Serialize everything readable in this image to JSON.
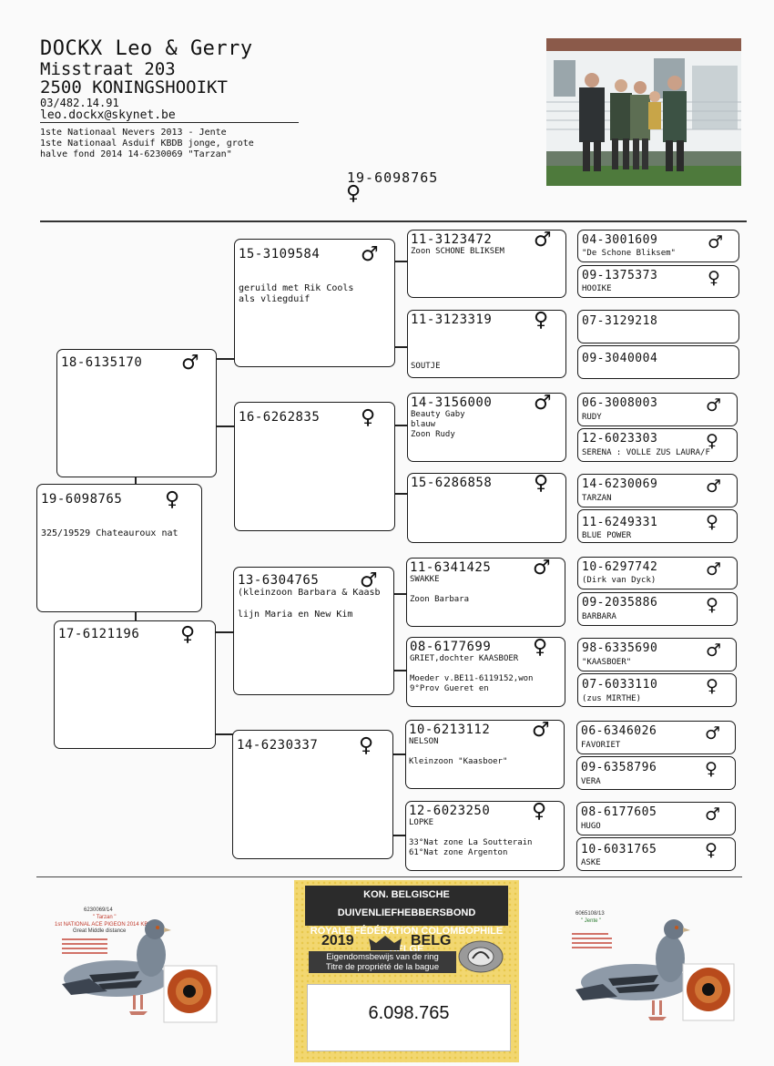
{
  "header": {
    "name": "DOCKX Leo & Gerry",
    "street": "Misstraat 203",
    "city": "2500 KONINGSHOOIKT",
    "phone": "03/482.14.91",
    "email": "leo.dockx@skynet.be",
    "note": "1ste Nationaal Nevers 2013 - Jente\n1ste Nationaal Asduif KBDB jonge, grote\nhalve fond 2014 14-6230069 \"Tarzan\""
  },
  "subject": {
    "ring": "19-6098765",
    "sex": "♀"
  },
  "pedigree": {
    "self": {
      "ring": "19-6098765",
      "sex": "♀",
      "text": "325/19529 Chateauroux nat"
    },
    "f": {
      "ring": "18-6135170",
      "sex": "♂",
      "text": ""
    },
    "m": {
      "ring": "17-6121196",
      "sex": "♀",
      "text": ""
    },
    "ff": {
      "ring": "15-3109584",
      "sex": "♂",
      "text": "geruild met Rik Cools\nals vliegduif"
    },
    "fm": {
      "ring": "16-6262835",
      "sex": "♀",
      "text": ""
    },
    "mf": {
      "ring": "13-6304765",
      "sex": "♂",
      "text": "(kleinzoon Barbara & Kaasb\n\nlijn Maria en New Kim"
    },
    "mm": {
      "ring": "14-6230337",
      "sex": "♀",
      "text": ""
    },
    "fff": {
      "ring": "11-3123472",
      "sex": "♂",
      "text": "Zoon SCHONE BLIKSEM"
    },
    "ffm": {
      "ring": "11-3123319",
      "sex": "♀",
      "text": "SOUTJE"
    },
    "fmf": {
      "ring": "14-3156000",
      "sex": "♂",
      "text": "Beauty Gaby\nblauw\nZoon Rudy"
    },
    "fmm": {
      "ring": "15-6286858",
      "sex": "♀",
      "text": ""
    },
    "mff": {
      "ring": "11-6341425",
      "sex": "♂",
      "text": "SWAKKE\n\nZoon Barbara"
    },
    "mfm": {
      "ring": "08-6177699",
      "sex": "♀",
      "text": "GRIET,dochter KAASBOER\n\nMoeder v.BE11-6119152,won\n9°Prov Gueret en"
    },
    "mmf": {
      "ring": "10-6213112",
      "sex": "♂",
      "text": "NELSON\n\nKleinzoon \"Kaasboer\""
    },
    "mmm": {
      "ring": "12-6023250",
      "sex": "♀",
      "text": "LOPKE\n\n33°Nat zone La Soutterain\n61°Nat zone Argenton"
    },
    "g": [
      {
        "ring": "04-3001609",
        "sex": "♂",
        "text": "\"De Schone Bliksem\""
      },
      {
        "ring": "09-1375373",
        "sex": "♀",
        "text": "HOOIKE"
      },
      {
        "ring": "07-3129218",
        "sex": "",
        "text": ""
      },
      {
        "ring": "09-3040004",
        "sex": "",
        "text": ""
      },
      {
        "ring": "06-3008003",
        "sex": "♂",
        "text": "RUDY"
      },
      {
        "ring": "12-6023303",
        "sex": "♀",
        "text": "SERENA : VOLLE ZUS LAURA/F"
      },
      {
        "ring": "14-6230069",
        "sex": "♂",
        "text": "TARZAN"
      },
      {
        "ring": "11-6249331",
        "sex": "♀",
        "text": "BLUE POWER"
      },
      {
        "ring": "10-6297742",
        "sex": "♂",
        "text": "(Dirk van Dyck)"
      },
      {
        "ring": "09-2035886",
        "sex": "♀",
        "text": "BARBARA"
      },
      {
        "ring": "98-6335690",
        "sex": "♂",
        "text": "\"KAASBOER\""
      },
      {
        "ring": "07-6033110",
        "sex": "♀",
        "text": "(zus MIRTHE)"
      },
      {
        "ring": "06-6346026",
        "sex": "♂",
        "text": "FAVORIET"
      },
      {
        "ring": "09-6358796",
        "sex": "♀",
        "text": "VERA"
      },
      {
        "ring": "08-6177605",
        "sex": "♂",
        "text": "HUGO"
      },
      {
        "ring": "10-6031765",
        "sex": "♀",
        "text": "ASKE"
      }
    ]
  },
  "footer": {
    "left_pigeon": {
      "caption_ring": "6230069/14",
      "caption_name": "\" Tarzan \"",
      "caption_title": "1st NATIONAL ACE PIGEON 2014 KBDB",
      "caption_sub": "Great Middle distance"
    },
    "right_pigeon": {
      "caption_ring": "6065108/13",
      "caption_name": "\" Jente \""
    },
    "card": {
      "line1": "KON. BELGISCHE DUIVENLIEFHEBBERSBOND",
      "line2": "ROYALE FÉDÉRATION COLOMBOPHILE BELGE",
      "year": "2019",
      "country": "BELG",
      "label1": "Eigendomsbewijs van de ring",
      "label2": "Titre de propriété de la bague",
      "number": "6.098.765"
    }
  },
  "colors": {
    "ink": "#111111",
    "card_yellow": "#f2d770",
    "card_dark": "#2b2b2b"
  }
}
